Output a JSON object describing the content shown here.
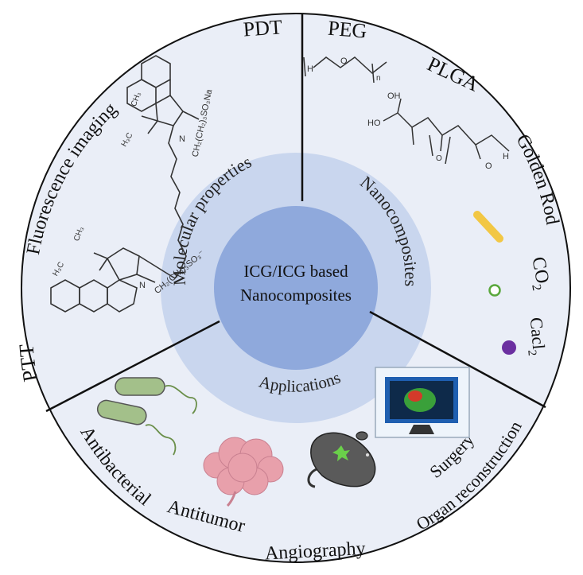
{
  "center": {
    "line1": "ICG/ICG based",
    "line2": "Nanocomposites"
  },
  "inner_ring": {
    "molecular": "Molecular properties",
    "nanocomposites": "Nanocomposites",
    "applications": "Applications"
  },
  "outer_left": {
    "pdt": "PDT",
    "fluorescence": "Fluorescence imaging",
    "ptt": "PTT"
  },
  "outer_right": {
    "peg": "PEG",
    "plga": "PLGA",
    "golden_rod": "Golden Rod",
    "co2": "CO",
    "co2_sub": "2",
    "cacl2": "Cacl",
    "cacl2_sub": "2"
  },
  "outer_bottom": {
    "antibacterial": "Antibacterial",
    "antitumor": "Antitumor",
    "angiography": "Angiography",
    "surgery": "Surgery",
    "organ": "Organ reconstruction"
  },
  "icg_labels": {
    "ch3_a": "CH₃",
    "h3c_a": "H₃C",
    "n_a": "N",
    "sub_a": "CH₂(CH₂)₃SO₃Na",
    "ch3_b": "CH₃",
    "h3c_b": "H₃C",
    "n_b": "N",
    "sub_b": "CH₂(CH₂)₃SO₃⁻"
  },
  "peg_labels": {
    "h": "H",
    "o": "O",
    "n": "n",
    "oh": "OH"
  },
  "plga_labels": {
    "ho": "HO",
    "o1": "O",
    "o2": "O",
    "h": "H"
  },
  "colors": {
    "outer_circle": "#eaeef7",
    "ring": "#c9d6ee",
    "core": "#8fa9dc",
    "gold_rod": "#f2c744",
    "co2": "#5aa83c",
    "cacl2": "#6b2fa0"
  }
}
